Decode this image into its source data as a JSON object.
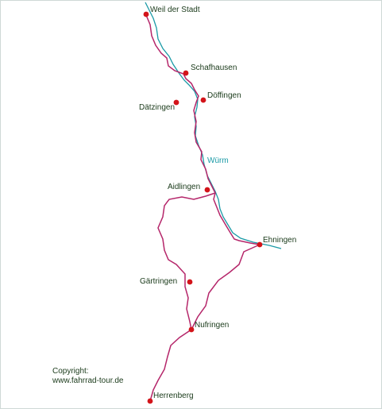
{
  "places": {
    "weil_der_stadt": "Weil der Stadt",
    "schafhausen": "Schafhausen",
    "doeffingen": "Döffingen",
    "daetzingen": "Dätzingen",
    "aidlingen": "Aidlingen",
    "ehningen": "Ehningen",
    "gaertringen": "Gärtringen",
    "nufringen": "Nufringen",
    "herrenberg": "Herrenberg"
  },
  "river": {
    "name": "Würm"
  },
  "copyright": {
    "line1": "Copyright:",
    "line2": "www.fahrrad-tour.de"
  },
  "colors": {
    "route": "#b5266a",
    "river": "#1a9aa6",
    "town_marker": "#d3141a",
    "label_text": "#1a3a1a"
  }
}
